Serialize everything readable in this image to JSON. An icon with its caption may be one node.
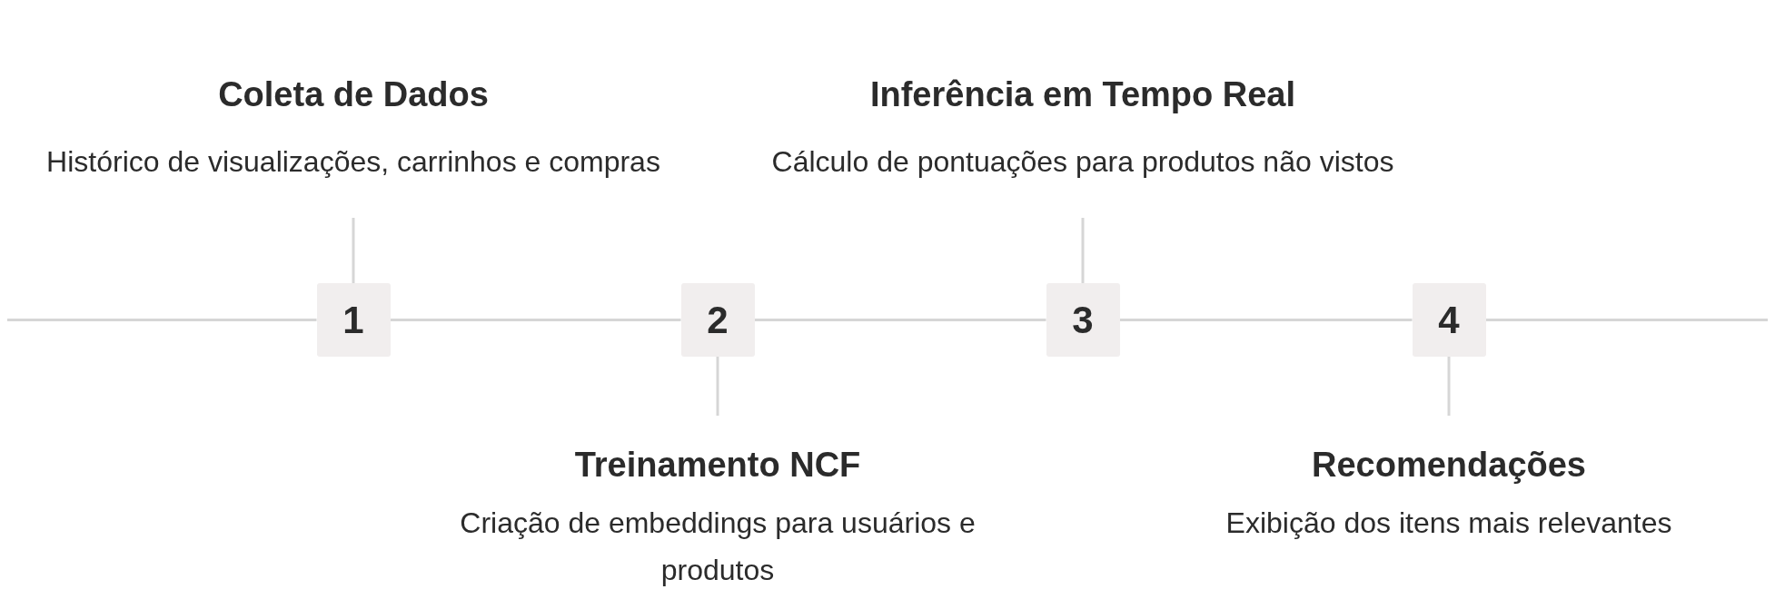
{
  "diagram": {
    "nodes": [
      {
        "text": [
          "1"
        ]
      },
      {
        "text": [
          "2"
        ]
      },
      {
        "text": [
          "3"
        ]
      },
      {
        "text": [
          "4"
        ]
      },
      {
        "text": [
          "Coleta de Dados",
          "Histórico de visualizações, carrinhos e compras"
        ]
      },
      {
        "text": [
          "Treinamento NCF",
          "Criação de embeddings para usuários e produtos"
        ]
      },
      {
        "text": [
          "Inferência em Tempo Real",
          "Cálculo de pontuações para produtos não vistos"
        ]
      },
      {
        "text": [
          "Recomendações",
          "Exibição dos itens mais relevantes"
        ]
      }
    ],
    "edges": [
      {
        "from": null,
        "to": 0,
        "arrow": "none"
      },
      {
        "from": 0,
        "to": 1,
        "arrow": "none"
      },
      {
        "from": 1,
        "to": 2,
        "arrow": "none"
      },
      {
        "from": 2,
        "to": 3,
        "arrow": "none"
      },
      {
        "from": 3,
        "to": null,
        "arrow": "none"
      },
      {
        "from": 4,
        "to": 0,
        "arrow": "none"
      },
      {
        "from": 5,
        "to": 1,
        "arrow": "none"
      },
      {
        "from": 6,
        "to": 2,
        "arrow": "none"
      },
      {
        "from": 7,
        "to": 3,
        "arrow": "none"
      }
    ]
  }
}
